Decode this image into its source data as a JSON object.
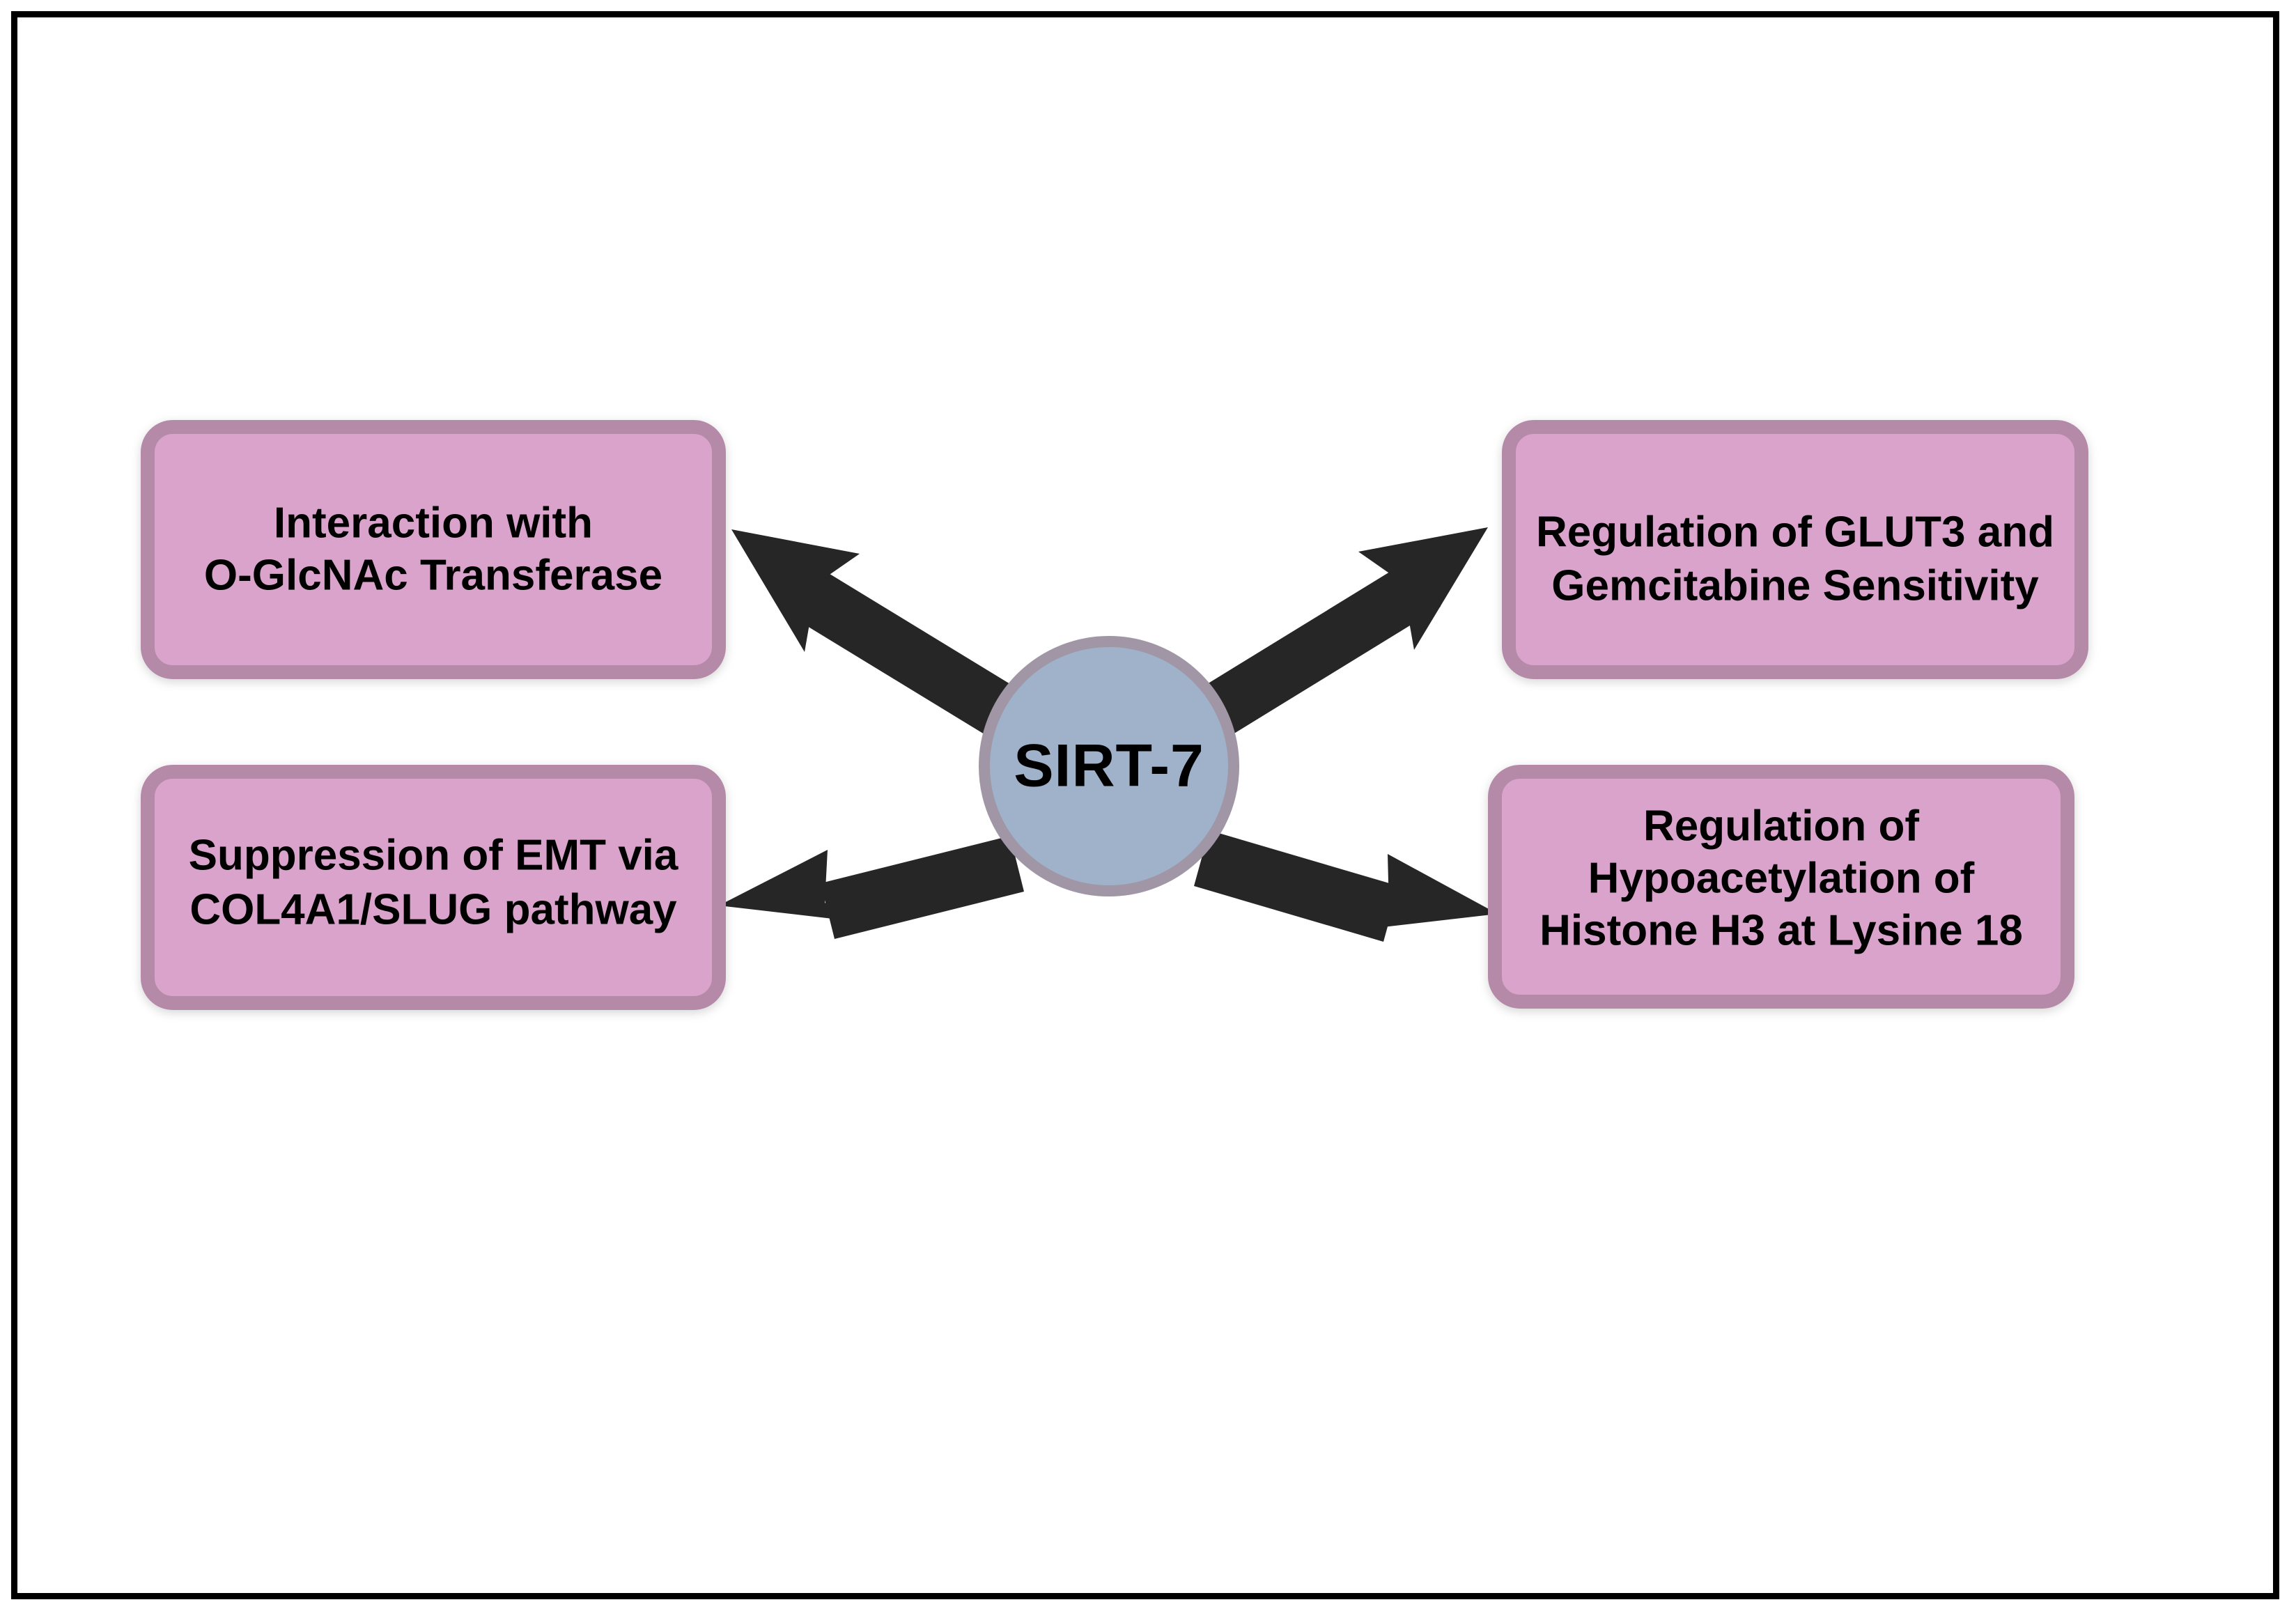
{
  "figure": {
    "kind": "radial-concept-diagram",
    "background_color": "#ffffff",
    "frame_color": "#000000"
  },
  "hub": {
    "label": "SIRT-7",
    "shape": "circle",
    "fill_color": "#9FB2C9",
    "border_color": "#A096A6",
    "text_color": "#000000"
  },
  "style": {
    "box_fill_color": "#D9A3CB",
    "box_border_color": "#B58AA8",
    "arrow_color": "#262626",
    "text_color": "#000000"
  },
  "nodes": [
    {
      "id": "ogt",
      "position": "top-left",
      "lines": [
        "Interaction with",
        "O-GlcNAc Transferase"
      ]
    },
    {
      "id": "glut3",
      "position": "top-right",
      "lines": [
        "Regulation of GLUT3 and",
        "Gemcitabine Sensitivity"
      ]
    },
    {
      "id": "emt",
      "position": "bottom-left",
      "lines": [
        "Suppression of EMT via",
        "COL4A1/SLUG pathway"
      ]
    },
    {
      "id": "h3k18",
      "position": "bottom-right",
      "lines": [
        "Regulation of",
        "Hypoacetylation of",
        "Histone H3 at Lysine 18"
      ]
    }
  ],
  "edges": [
    {
      "id": "edge-hub-ogt",
      "from": "SIRT-7",
      "to": "Interaction with O-GlcNAc Transferase",
      "direction": "one-way",
      "arrowhead": "filled-triangle"
    },
    {
      "id": "edge-hub-glut3",
      "from": "SIRT-7",
      "to": "Regulation of GLUT3 and Gemcitabine Sensitivity",
      "direction": "one-way",
      "arrowhead": "filled-triangle"
    },
    {
      "id": "edge-hub-emt",
      "from": "SIRT-7",
      "to": "Suppression of EMT via COL4A1/SLUG pathway",
      "direction": "one-way",
      "arrowhead": "filled-triangle"
    },
    {
      "id": "edge-hub-h3k18",
      "from": "SIRT-7",
      "to": "Regulation of Hypoacetylation of Histone H3 at Lysine 18",
      "direction": "one-way",
      "arrowhead": "filled-triangle"
    }
  ]
}
